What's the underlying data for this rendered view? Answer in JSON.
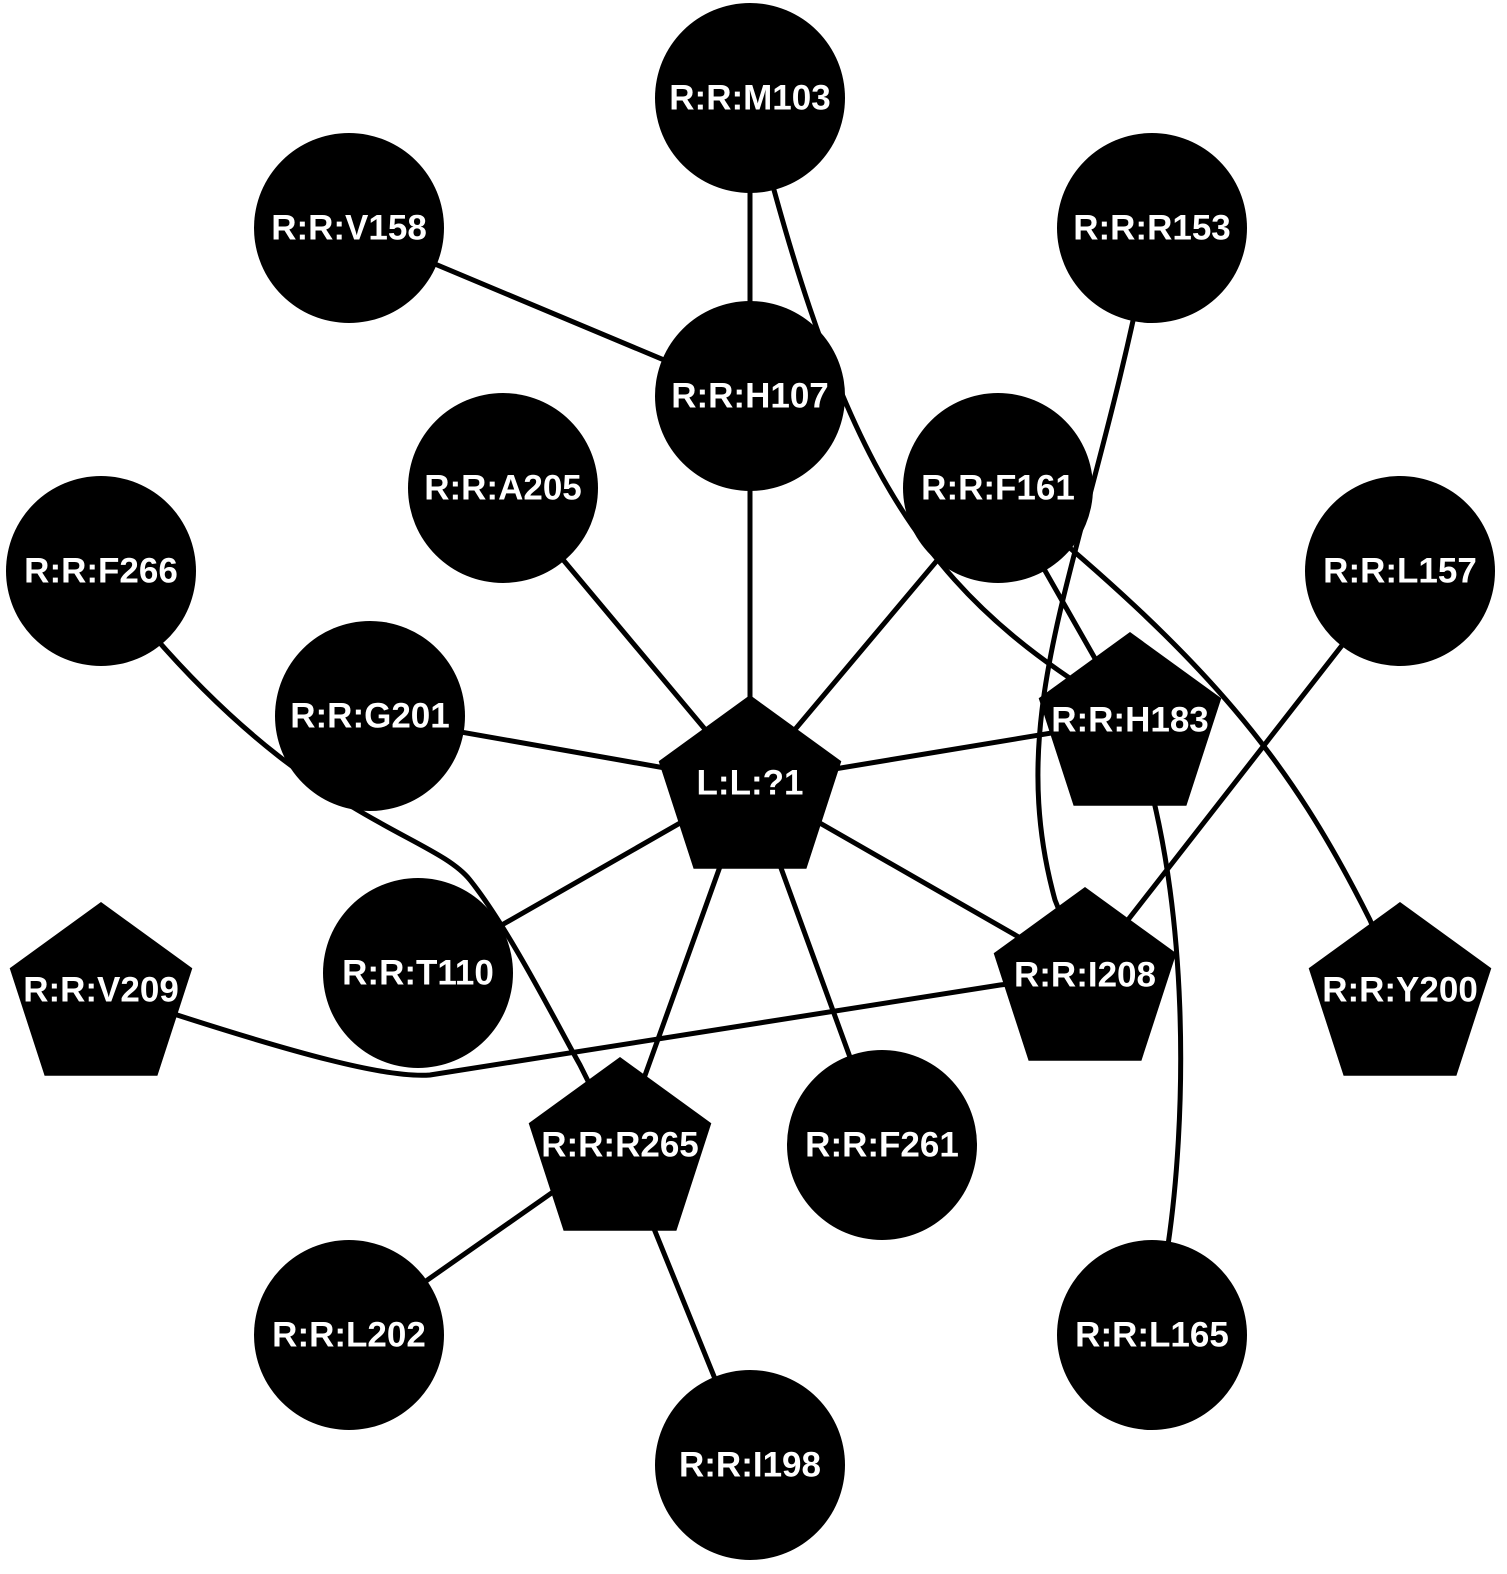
{
  "diagram": {
    "nodes": [
      {
        "id": "M103",
        "label": "R:R:M103",
        "shape": "circle"
      },
      {
        "id": "V158",
        "label": "R:R:V158",
        "shape": "circle"
      },
      {
        "id": "R153",
        "label": "R:R:R153",
        "shape": "circle"
      },
      {
        "id": "H107",
        "label": "R:R:H107",
        "shape": "circle"
      },
      {
        "id": "A205",
        "label": "R:R:A205",
        "shape": "circle"
      },
      {
        "id": "F161",
        "label": "R:R:F161",
        "shape": "circle"
      },
      {
        "id": "F266",
        "label": "R:R:F266",
        "shape": "circle"
      },
      {
        "id": "L157",
        "label": "R:R:L157",
        "shape": "circle"
      },
      {
        "id": "G201",
        "label": "R:R:G201",
        "shape": "circle"
      },
      {
        "id": "H183",
        "label": "R:R:H183",
        "shape": "pentagon"
      },
      {
        "id": "L1",
        "label": "L:L:?1",
        "shape": "pentagon"
      },
      {
        "id": "V209",
        "label": "R:R:V209",
        "shape": "pentagon"
      },
      {
        "id": "T110",
        "label": "R:R:T110",
        "shape": "circle"
      },
      {
        "id": "I208",
        "label": "R:R:I208",
        "shape": "pentagon"
      },
      {
        "id": "Y200",
        "label": "R:R:Y200",
        "shape": "pentagon"
      },
      {
        "id": "R265",
        "label": "R:R:R265",
        "shape": "pentagon"
      },
      {
        "id": "F261",
        "label": "R:R:F261",
        "shape": "circle"
      },
      {
        "id": "L202",
        "label": "R:R:L202",
        "shape": "circle"
      },
      {
        "id": "L165",
        "label": "R:R:L165",
        "shape": "circle"
      },
      {
        "id": "I198",
        "label": "R:R:I198",
        "shape": "circle"
      }
    ],
    "edges": [
      {
        "from": "M103",
        "to": "H107"
      },
      {
        "from": "M103",
        "to": "H183"
      },
      {
        "from": "V158",
        "to": "H107"
      },
      {
        "from": "H107",
        "to": "L1"
      },
      {
        "from": "A205",
        "to": "L1"
      },
      {
        "from": "F161",
        "to": "L1"
      },
      {
        "from": "F161",
        "to": "H183"
      },
      {
        "from": "F161",
        "to": "Y200"
      },
      {
        "from": "R153",
        "to": "I208"
      },
      {
        "from": "L157",
        "to": "I208"
      },
      {
        "from": "G201",
        "to": "L1"
      },
      {
        "from": "H183",
        "to": "L1"
      },
      {
        "from": "H183",
        "to": "L165"
      },
      {
        "from": "F266",
        "to": "R265"
      },
      {
        "from": "T110",
        "to": "L1"
      },
      {
        "from": "L1",
        "to": "I208"
      },
      {
        "from": "L1",
        "to": "R265"
      },
      {
        "from": "L1",
        "to": "F261"
      },
      {
        "from": "V209",
        "to": "I208"
      },
      {
        "from": "R265",
        "to": "L202"
      },
      {
        "from": "R265",
        "to": "I198"
      }
    ]
  }
}
